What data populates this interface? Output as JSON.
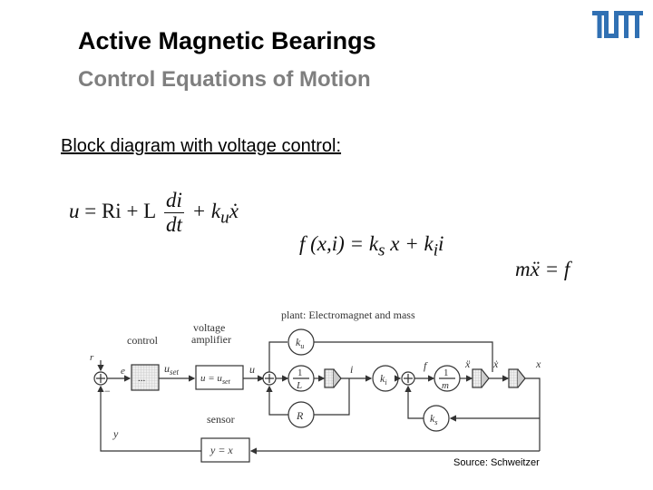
{
  "header": {
    "title": "Active Magnetic Bearings",
    "subtitle": "Control Equations of Motion",
    "logo": "TUM",
    "logo_color": "#3070b3"
  },
  "intro": "Block diagram with voltage control:",
  "equations": {
    "voltage": {
      "lhs": "u",
      "rhs_a": "= Ri + L",
      "frac_num": "di",
      "frac_den": "dt",
      "rhs_b": "+ k",
      "sub": "u",
      "dot_var": "ẋ"
    },
    "force": {
      "text": "f (x,i) = k",
      "sub_s": "s",
      "mid": "x + k",
      "sub_i": "i",
      "end": "i"
    },
    "motion": {
      "text": "mẍ = f"
    }
  },
  "diagram": {
    "labels": {
      "control": "control",
      "voltage_amplifier_1": "voltage",
      "voltage_amplifier_2": "amplifier",
      "plant": "plant: Electromagnet and mass",
      "sensor": "sensor",
      "r": "r",
      "e": "e",
      "u_set": "u",
      "u_set_sub": "set",
      "u": "u",
      "amp_block": "u = u",
      "amp_block_sub": "set",
      "sensor_block": "y = x",
      "y": "y",
      "ku": "k",
      "ku_sub": "u",
      "invL_num": "1",
      "invL_den": "L",
      "R": "R",
      "i": "i",
      "ki": "k",
      "ki_sub": "i",
      "f": "f",
      "invm_num": "1",
      "invm_den": "m",
      "xdd": "ẍ",
      "xd": "ẋ",
      "x": "x",
      "ks": "k",
      "ks_sub": "s",
      "minus": "−",
      "dots": "..."
    }
  },
  "source": "Source: Schweitzer"
}
